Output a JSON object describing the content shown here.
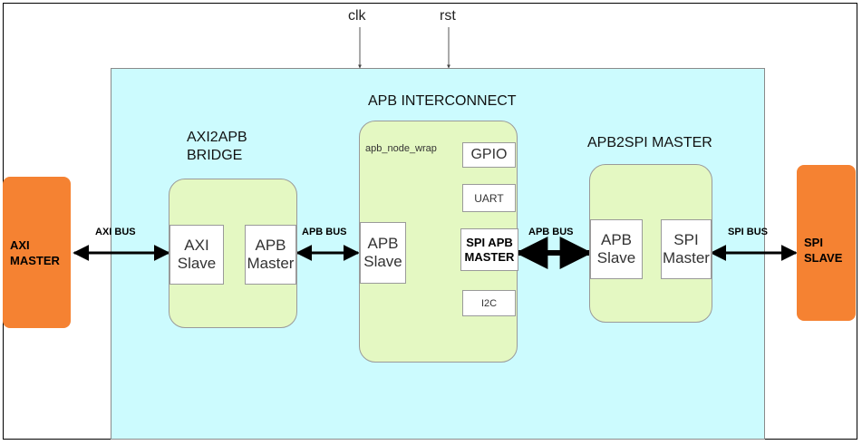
{
  "signals": {
    "clk": "clk",
    "rst": "rst"
  },
  "interconnect": {
    "title": "APB INTERCONNECT",
    "node_label": "apb_node_wrap",
    "slave": "APB\nSlave",
    "gpio": "GPIO",
    "uart": "UART",
    "spi_apb_master": "SPI APB\nMASTER",
    "i2c": "I2C"
  },
  "bridge": {
    "title": "AXI2APB\nBRIDGE",
    "axi_slave": "AXI\nSlave",
    "apb_master": "APB\nMaster"
  },
  "apb2spi": {
    "title": "APB2SPI MASTER",
    "apb_slave": "APB\nSlave",
    "spi_master": "SPI\nMaster"
  },
  "external": {
    "axi_master": "AXI\nMASTER",
    "spi_slave": "SPI\nSLAVE"
  },
  "buses": {
    "axi_bus": "AXI BUS",
    "apb_bus_1": "APB BUS",
    "apb_bus_2": "APB BUS",
    "spi_bus": "SPI BUS"
  },
  "colors": {
    "container": "#ccfbfe",
    "block": "#e4f8c2",
    "external": "#f58232"
  }
}
